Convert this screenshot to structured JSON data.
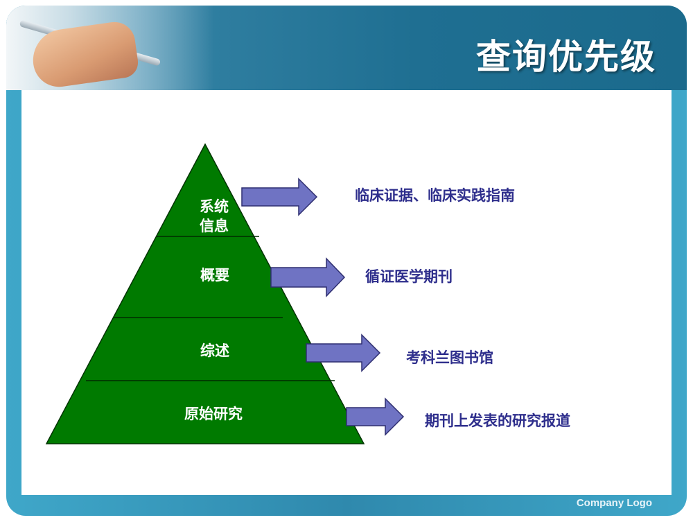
{
  "title": "查询优先级",
  "footer": {
    "logo_text": "Company Logo"
  },
  "colors": {
    "pyramid_fill": "#007a00",
    "arrow_fill": "#6f73c3",
    "desc_text": "#2e2e8c",
    "frame": "#3fa7c9"
  },
  "pyramid": {
    "levels": [
      {
        "label_line1": "系统",
        "label_line2": "信息",
        "description": "临床证据、临床实践指南"
      },
      {
        "label": "概要",
        "description": "循证医学期刊"
      },
      {
        "label": "综述",
        "description": "考科兰图书馆"
      },
      {
        "label": "原始研究",
        "description": "期刊上发表的研究报道"
      }
    ]
  }
}
